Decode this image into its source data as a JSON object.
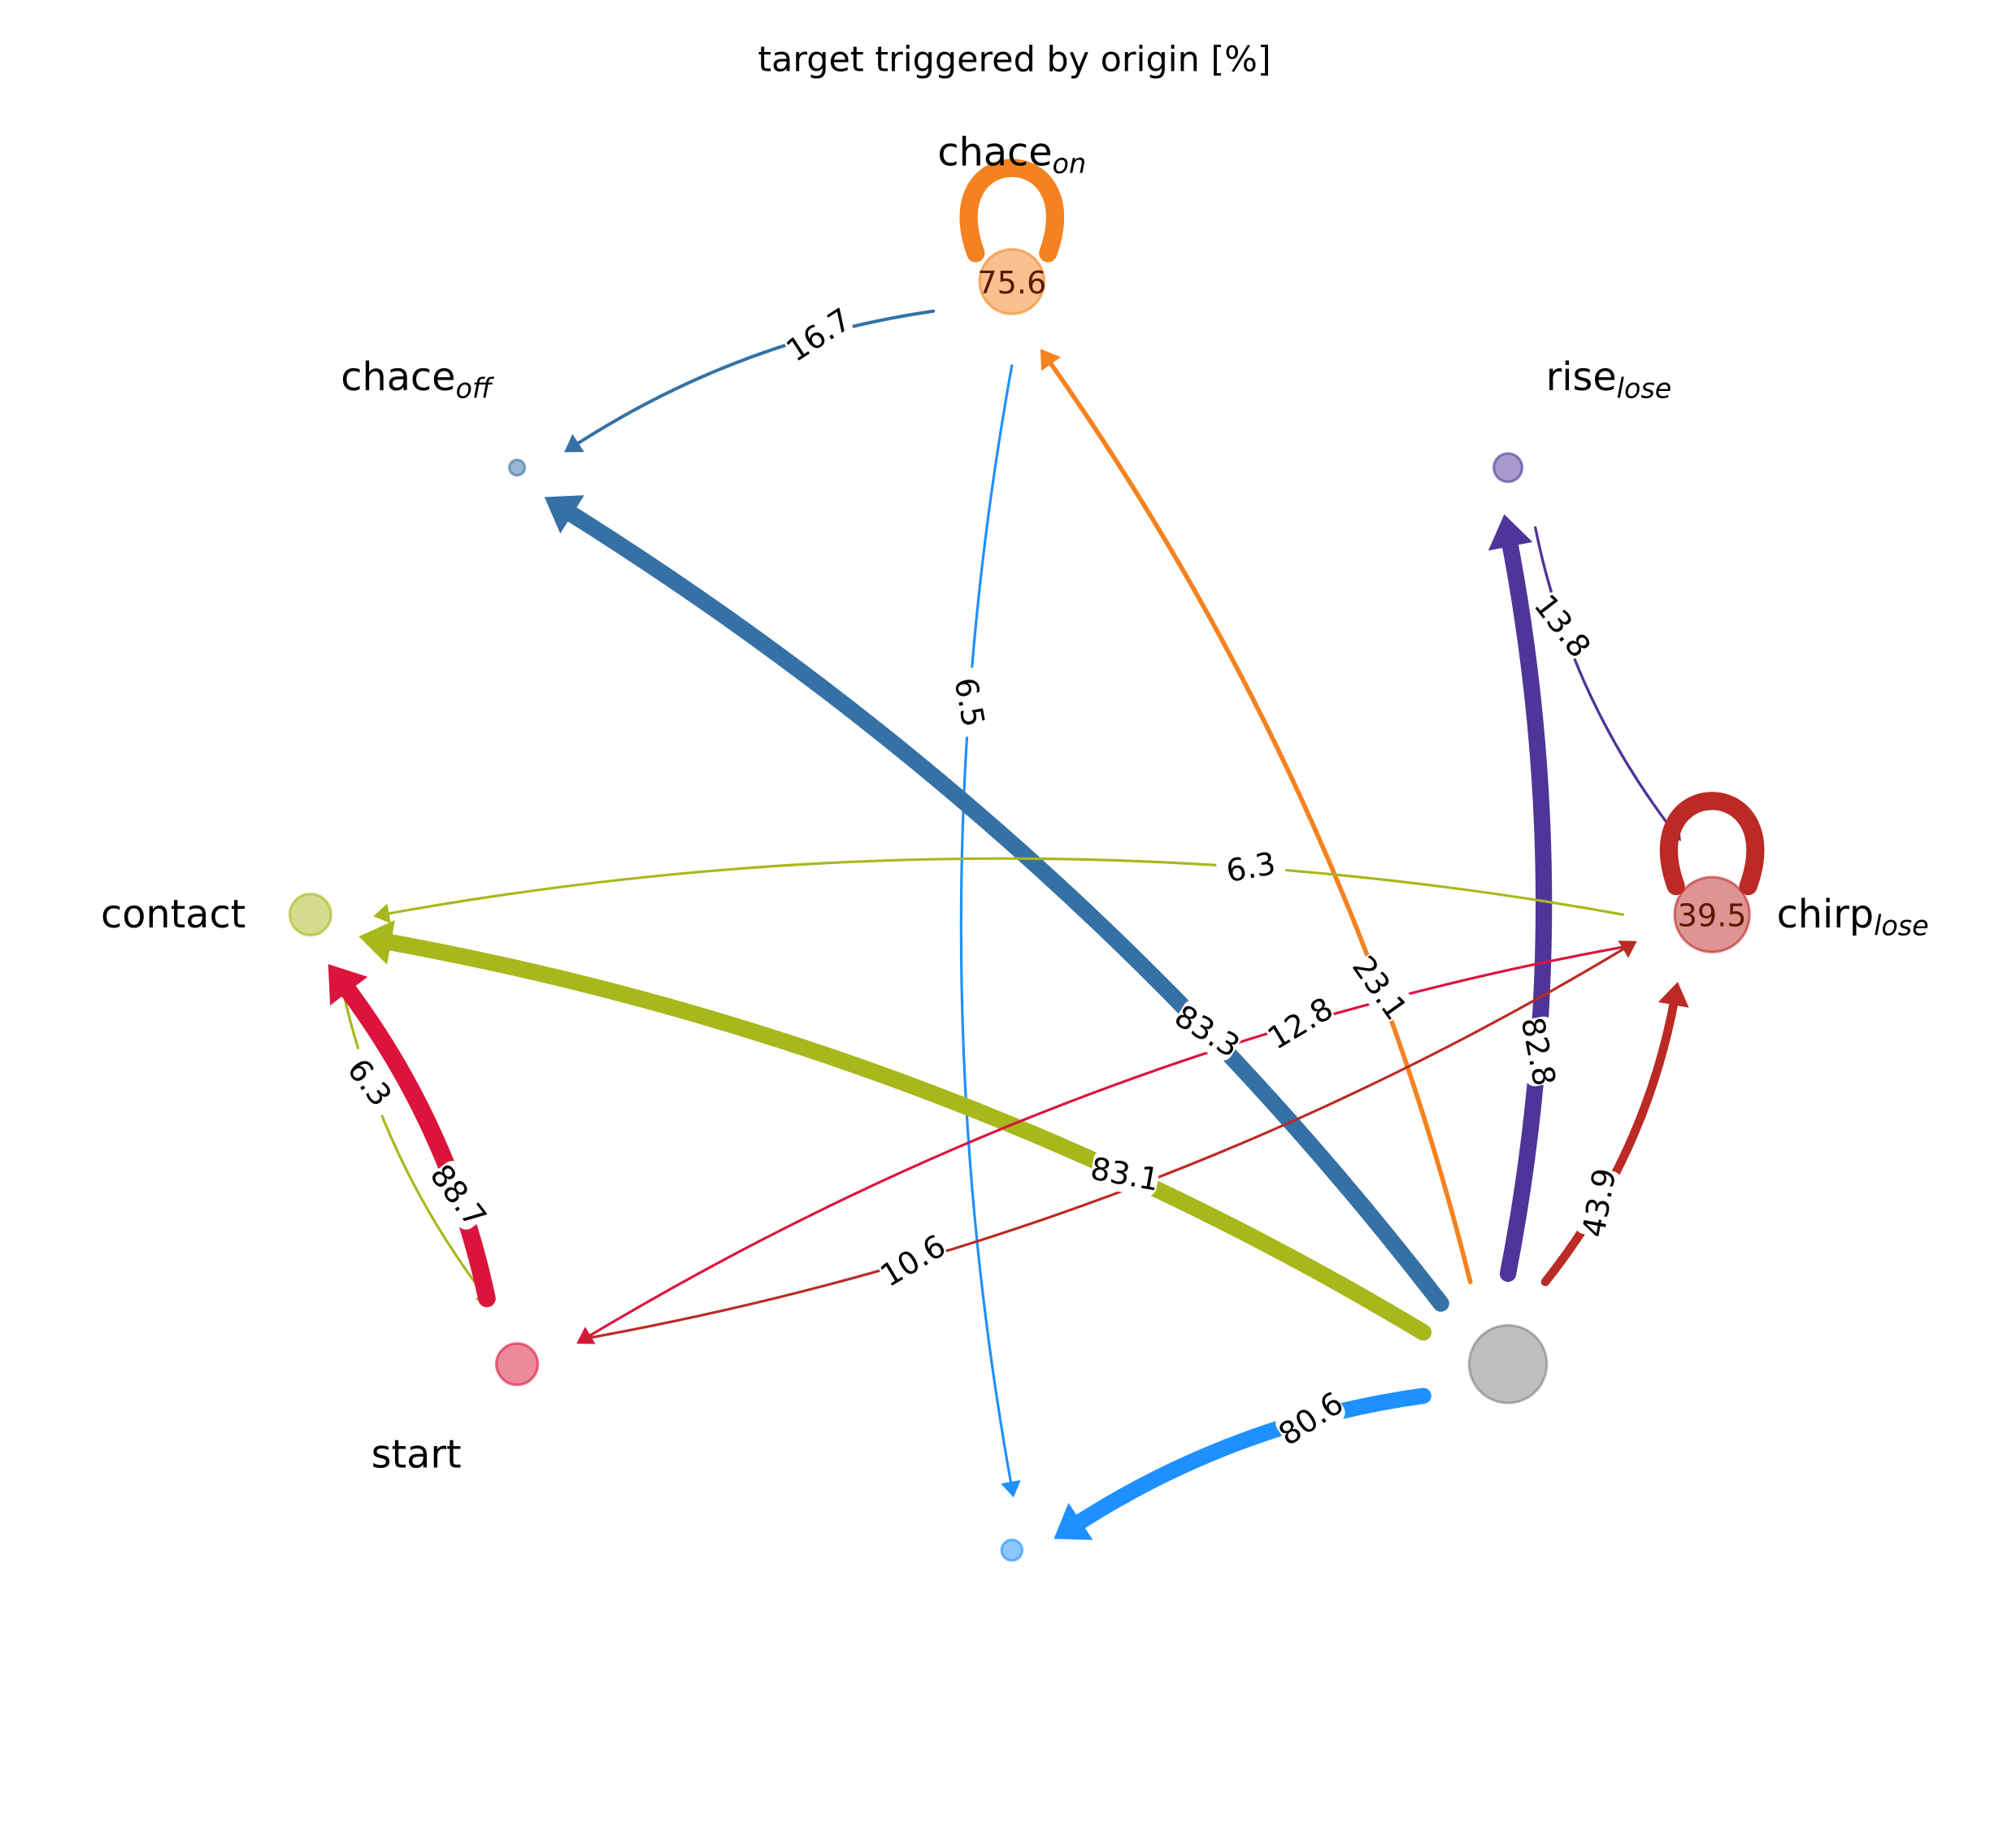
{
  "chart_data": {
    "type": "network",
    "title": "target triggered by origin [%]",
    "nodes": [
      {
        "id": "chace_on",
        "label": "chace",
        "sub": "on",
        "color": "#f58220",
        "size": 75.6,
        "self_value": "75.6",
        "label_pos": "top"
      },
      {
        "id": "chace_off",
        "label": "chace",
        "sub": "off",
        "color": "#3571a5",
        "size": 0,
        "self_value": null,
        "label_pos": "top-left"
      },
      {
        "id": "rise_lose",
        "label": "rise",
        "sub": "lose",
        "color": "#4f3599",
        "size": 0,
        "self_value": null,
        "label_pos": "top-right"
      },
      {
        "id": "contact",
        "label": "contact",
        "sub": "",
        "color": "#a8b81c",
        "size": 0,
        "self_value": null,
        "label_pos": "left"
      },
      {
        "id": "chirp_lose",
        "label": "chirp",
        "sub": "lose",
        "color": "#bb2a25",
        "size": 39.5,
        "self_value": "39.5",
        "label_pos": "right"
      },
      {
        "id": "start",
        "label": "start",
        "sub": "",
        "color": "#dc143c",
        "size": 0,
        "self_value": null,
        "label_pos": "bottom-left"
      },
      {
        "id": "gray",
        "label": "",
        "sub": "",
        "color": "#808080",
        "size": 100,
        "self_value": null,
        "label_pos": "none"
      },
      {
        "id": "blue_bottom",
        "label": "",
        "sub": "",
        "color": "#1e90ff",
        "size": 0,
        "self_value": null,
        "label_pos": "none"
      }
    ],
    "edges": [
      {
        "from": "chace_on",
        "to": "chace_off",
        "value": 16.7,
        "label": "16.7",
        "color": "#3571a5"
      },
      {
        "from": "chace_on",
        "to": "blue_bottom",
        "value": 6.5,
        "label": "6.5",
        "color": "#1e90ff"
      },
      {
        "from": "gray",
        "to": "chace_off",
        "value": 83.3,
        "label": "83.3",
        "color": "#3571a5"
      },
      {
        "from": "gray",
        "to": "chace_on",
        "value": 23.1,
        "label": "23.1",
        "color": "#f58220"
      },
      {
        "from": "gray",
        "to": "rise_lose",
        "value": 82.8,
        "label": "82.8",
        "color": "#4f3599"
      },
      {
        "from": "rise_lose",
        "to": "chirp_lose",
        "value": 13.8,
        "label": "13.8",
        "color": "#4f3599"
      },
      {
        "from": "chirp_lose",
        "to": "contact",
        "value": 6.3,
        "label": "6.3",
        "color": "#a8b81c"
      },
      {
        "from": "gray",
        "to": "contact",
        "value": 83.1,
        "label": "83.1",
        "color": "#a8b81c"
      },
      {
        "from": "contact",
        "to": "start",
        "value": 6.3,
        "label": "6.3",
        "color": "#a8b81c"
      },
      {
        "from": "start",
        "to": "contact",
        "value": 88.7,
        "label": "88.7",
        "color": "#dc143c"
      },
      {
        "from": "chirp_lose",
        "to": "start",
        "value": 12.8,
        "label": "12.8",
        "color": "#dc143c"
      },
      {
        "from": "start",
        "to": "chirp_lose",
        "value": 10.6,
        "label": "10.6",
        "color": "#bb2a25"
      },
      {
        "from": "gray",
        "to": "chirp_lose",
        "value": 43.9,
        "label": "43.9",
        "color": "#bb2a25"
      },
      {
        "from": "gray",
        "to": "blue_bottom",
        "value": 80.6,
        "label": "80.6",
        "color": "#1e90ff"
      }
    ]
  }
}
